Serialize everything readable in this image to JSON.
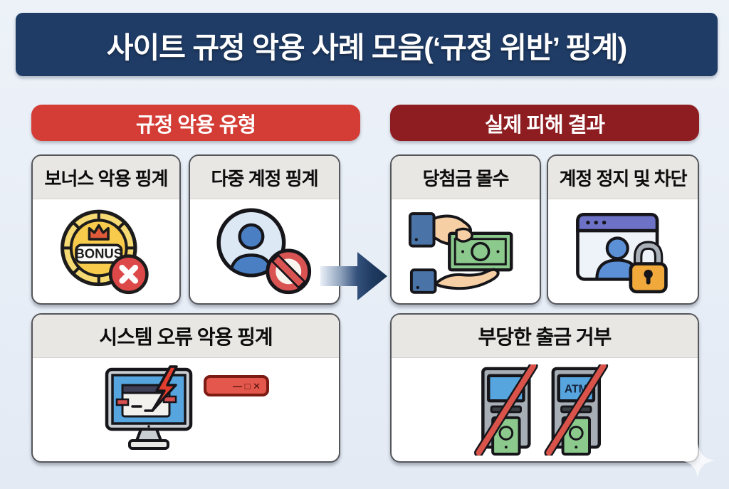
{
  "page": {
    "title": "사이트 규정 악용 사례 모음(‘규정 위반’ 핑계)"
  },
  "columns": {
    "left": {
      "header": "규정 악용 유형",
      "cards": [
        {
          "title": "보너스 악용 핑계"
        },
        {
          "title": "다중 계정 핑계"
        },
        {
          "title": "시스템 오류 악용 핑계"
        }
      ]
    },
    "right": {
      "header": "실제 피해 결과",
      "cards": [
        {
          "title": "당첨금 몰수"
        },
        {
          "title": "계정 정지 및 차단"
        },
        {
          "title": "부당한 출금 거부"
        }
      ]
    }
  },
  "icons": {
    "bonus_coin_label": "BONUS",
    "atm_label": "ATM",
    "error_window_controls": "— □ ✕"
  },
  "colors": {
    "background": "#e8eef6",
    "banner": "#1f3c66",
    "left_header": "#d43c36",
    "right_header": "#8e1d22",
    "card_border": "#55565a",
    "card_header_bg": "#e8e7e4",
    "arrow": "#1e3a60",
    "blocked_red": "#d9534a",
    "money_green": "#8cc98c",
    "coin_gold": "#f8cb4c"
  }
}
